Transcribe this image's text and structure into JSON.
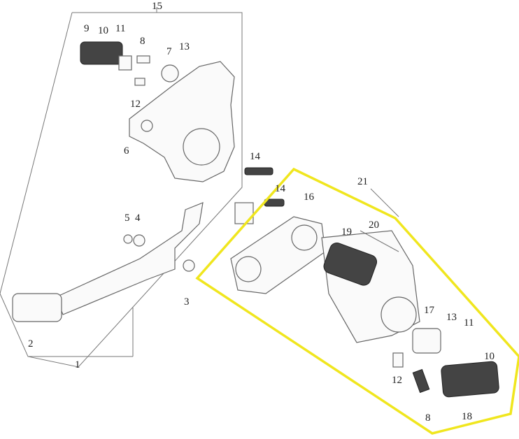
{
  "labels": {
    "l15": "15",
    "l9": "9",
    "l10a": "10",
    "l11a": "11",
    "l8a": "8",
    "l7": "7",
    "l13a": "13",
    "l12a": "12",
    "l6": "6",
    "l14a": "14",
    "l14b": "14",
    "l5": "5",
    "l4": "4",
    "l3": "3",
    "l2": "2",
    "l1": "1",
    "l21": "21",
    "l16": "16",
    "l19": "19",
    "l20": "20",
    "l17": "17",
    "l13b": "13",
    "l11b": "11",
    "l10b": "10",
    "l12b": "12",
    "l8b": "8",
    "l18": "18"
  },
  "colors": {
    "highlight": "#f0e61e"
  }
}
